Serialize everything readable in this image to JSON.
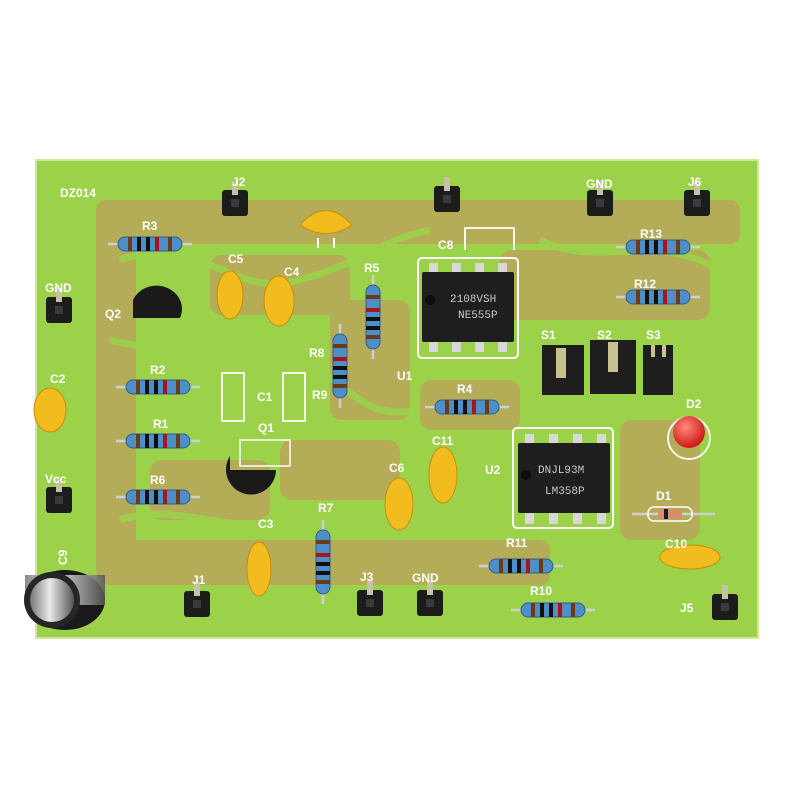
{
  "board": {
    "id_text": "DZ014",
    "colors": {
      "solder_mask": "#9bd24a",
      "copper_trace": "#b9a65a",
      "silkscreen": "#ffffff",
      "ic_body": "#1e1e1e",
      "capacitor": "#f2bc1f",
      "resistor_body": "#4f8fc8",
      "led": "#e0201b"
    },
    "ics": [
      {
        "ref": "U1",
        "line1": "2108VSH",
        "line2": "NE555P"
      },
      {
        "ref": "U2",
        "line1": "DNJL93M",
        "line2": "LM358P"
      }
    ],
    "labels": {
      "j2": "J2",
      "j6": "J6",
      "gnd_top": "GND",
      "gnd_left": "GND",
      "gnd_bottom": "GND",
      "vcc": "Vcc",
      "j1": "J1",
      "j3": "J3",
      "j5": "J5",
      "r1": "R1",
      "r2": "R2",
      "r3": "R3",
      "r4": "R4",
      "r5": "R5",
      "r6": "R6",
      "r7": "R7",
      "r8": "R8",
      "r9": "R9",
      "r10": "R10",
      "r11": "R11",
      "r12": "R12",
      "r13": "R13",
      "c1": "C1",
      "c2": "C2",
      "c3": "C3",
      "c4": "C4",
      "c5": "C5",
      "c6": "C6",
      "c8": "C8",
      "c9": "C9",
      "c10": "C10",
      "c11": "C11",
      "q1": "Q1",
      "q2": "Q2",
      "s1": "S1",
      "s2": "S2",
      "s3": "S3",
      "d1": "D1",
      "d2": "D2"
    }
  }
}
